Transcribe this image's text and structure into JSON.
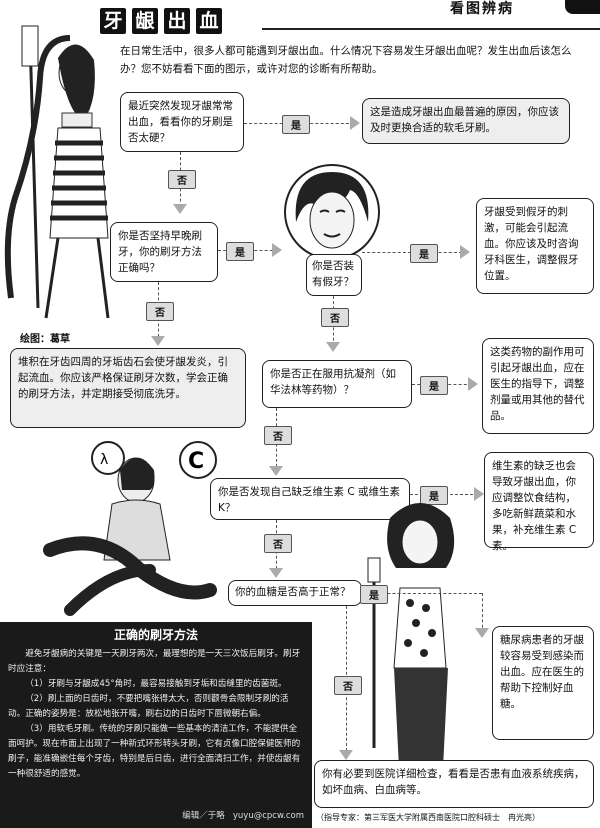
{
  "header": {
    "title_chars": [
      "牙",
      "龈",
      "出",
      "血"
    ],
    "section": "看图辨病",
    "corner_number": ""
  },
  "intro": "在日常生活中，很多人都可能遇到牙龈出血。什么情况下容易发生牙龈出血呢？发生出血后该怎么办？您不妨看看下面的图示，或许对您的诊断有所帮助。",
  "illustration_credit": "绘图：葛草",
  "flow": {
    "yes": "是",
    "no": "否",
    "q1": "最近突然发现牙龈常常出血，看看你的牙刷是否太硬？",
    "a1": "这是造成牙龈出血最普遍的原因，你应该及时更换合适的软毛牙刷。",
    "q2": "你是否坚持早晚刷牙，你的刷牙方法正确吗？",
    "q3": "你是否装有假牙？",
    "a3": "牙龈受到假牙的刺激，可能会引起流血。你应该及时咨询牙科医生，调整假牙位置。",
    "a2": "堆积在牙齿四周的牙垢齿石会使牙龈发炎，引起流血。你应该严格保证刷牙次数，学会正确的刷牙方法，并定期接受彻底洗牙。",
    "q4": "你是否正在服用抗凝剂（如华法林等药物）？",
    "a4": "这类药物的副作用可引起牙龈出血，应在医生的指导下，调整剂量或用其他的替代品。",
    "q5": "你是否发现自己缺乏维生素 C 或维生素 K？",
    "a5": "维生素的缺乏也会导致牙龈出血，你应调整饮食结构，多吃新鲜蔬菜和水果，补充维生素 C 素。",
    "q6": "你的血糖是否高于正常？",
    "a6": "糖尿病患者的牙龈较容易受到感染而出血。应在医生的帮助下控制好血糖。",
    "final": "你有必要到医院详细检查，看看是否患有血液系统疾病，如坏血病、白血病等。"
  },
  "tips": {
    "title": "正确的刷牙方法",
    "paragraphs": [
      "避免牙龈病的关键是一天刷牙两次，最理想的是一天三次饭后刷牙。刷牙时应注意：",
      "（1）牙刷与牙龈成45°角时，最容易接触到牙垢和齿缝里的齿菌斑。",
      "（2）刷上面的日齿时，不要把嘴张得太大，否则颧骨会限制牙刷的活动。正确的姿势是：放松地张开嘴，刷右边的日齿时下唇微朝右偏。",
      "（3）用软毛牙刷。传统的牙刷只能做一些基本的清洁工作，不能提供全面呵护。现在市面上出现了一种新式环形转头牙刷，它有贞像口腔保健医师的刷子，能准确嵌住每个牙齿，特别是后日齿，进行全面清扫工作，并使齿龈有一种很舒适的感觉。"
    ]
  },
  "footer": {
    "editor": "编辑／于略",
    "email": "yuyu@cpcw.com",
    "expert": "（指导专家：第三军医大学附属西南医院口腔科硕士　冉光亮）"
  }
}
